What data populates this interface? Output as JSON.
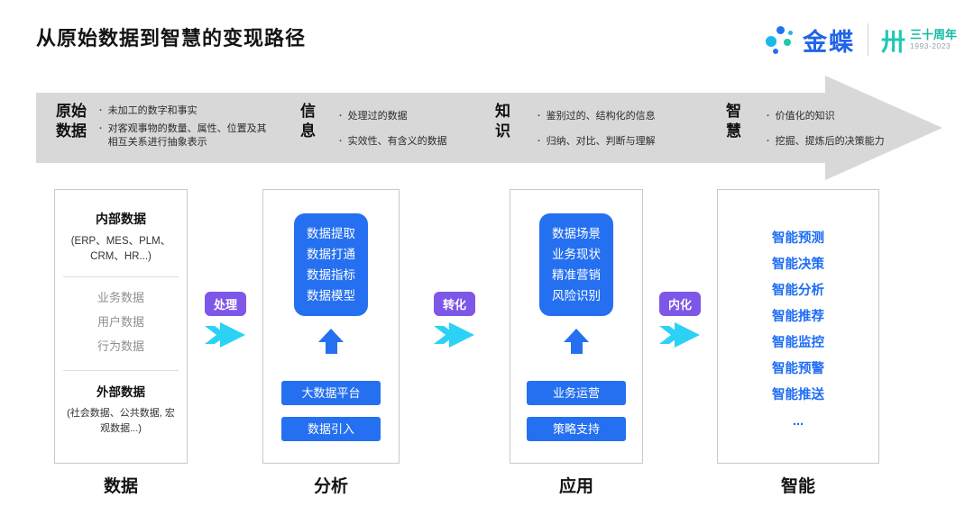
{
  "page": {
    "title": "从原始数据到智慧的变现路径"
  },
  "logo": {
    "brand": "金蝶",
    "anniversary_glyph": "卅",
    "anniversary": "三十周年",
    "years": "1993-2023"
  },
  "banner": {
    "bullet": "·",
    "stages": [
      {
        "term": "原始\n数据",
        "points": [
          "未加工的数字和事实",
          "对客观事物的数量、属性、位置及其相互关系进行抽象表示"
        ]
      },
      {
        "term": "信\n息",
        "points": [
          "处理过的数据",
          "实效性、有含义的数据"
        ]
      },
      {
        "term": "知\n识",
        "points": [
          "鉴别过的、结构化的信息",
          "归纳、对比、判断与理解"
        ]
      },
      {
        "term": "智\n慧",
        "points": [
          "价值化的知识",
          "挖掘、提炼后的决策能力"
        ]
      }
    ]
  },
  "columns": [
    {
      "label": "数据",
      "internal_title": "内部数据",
      "internal_subtitle": "(ERP、MES、PLM、CRM、HR...)",
      "middle_items": [
        "业务数据",
        "用户数据",
        "行为数据"
      ],
      "external_title": "外部数据",
      "external_subtitle": "(社会数据、公共数据, 宏观数据...)"
    },
    {
      "label": "分析",
      "panel": [
        "数据提取",
        "数据打通",
        "数据指标",
        "数据模型"
      ],
      "buttons": [
        "大数据平台",
        "数据引入"
      ]
    },
    {
      "label": "应用",
      "panel": [
        "数据场景",
        "业务现状",
        "精准营销",
        "风险识别"
      ],
      "buttons": [
        "业务运营",
        "策略支持"
      ]
    },
    {
      "label": "智能",
      "items": [
        "智能预测",
        "智能决策",
        "智能分析",
        "智能推荐",
        "智能监控",
        "智能预警",
        "智能推送",
        "..."
      ]
    }
  ],
  "connectors": [
    {
      "label": "处理"
    },
    {
      "label": "转化"
    },
    {
      "label": "内化"
    }
  ],
  "colors": {
    "banner_gray": "#d8d8d8",
    "primary_blue": "#2570f0",
    "purple": "#7e57e8",
    "cyan": "#2bd2f6",
    "text_blue": "#1f6df6",
    "brand_teal": "#1ec9b2"
  }
}
